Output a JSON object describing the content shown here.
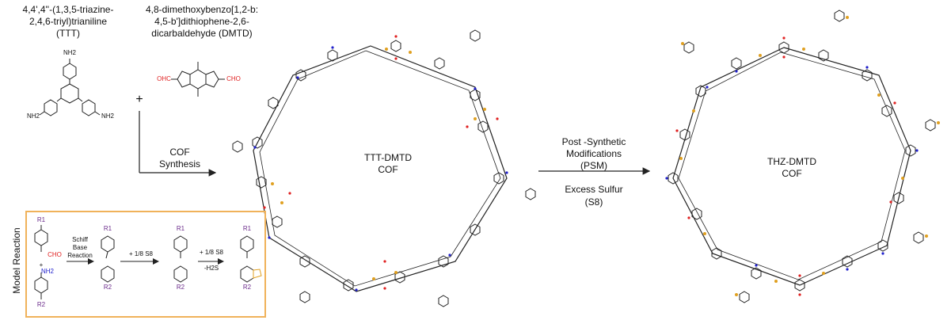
{
  "monomers": {
    "ttt": {
      "name_line1": "4,4',4''-(1,3,5-triazine-",
      "name_line2": "2,4,6-triyl)trianiline",
      "abbr": "(TTT)",
      "amine": "NH2"
    },
    "dmtd": {
      "name_line1": "4,8-dimethoxybenzo[1,2-b:",
      "name_line2": "4,5-b']dithiophene-2,6-",
      "name_line3": "dicarbaldehyde (DMTD)",
      "aldehyde": "OHC",
      "aldehyde_r": "CHO"
    },
    "plus": "+"
  },
  "steps": {
    "cof_synthesis_line1": "COF",
    "cof_synthesis_line2": "Synthesis",
    "psm_line1": "Post -Synthetic",
    "psm_line2": "Modifications",
    "psm_line3": "(PSM)",
    "sulfur_line1": "Excess Sulfur",
    "sulfur_line2": "(S8)"
  },
  "products": {
    "cof1_line1": "TTT-DMTD",
    "cof1_line2": "COF",
    "cof2_line1": "THZ-DMTD",
    "cof2_line2": "COF"
  },
  "model_reaction": {
    "title": "Model Reaction",
    "r1": "R1",
    "r2": "R2",
    "cho": "CHO",
    "nh2": "NH2",
    "plus": "+",
    "schiff_line1": "Schiff",
    "schiff_line2": "Base",
    "schiff_line3": "Reaction",
    "s8_step": "+ 1/8 S8",
    "h2s_step": "-H2S"
  },
  "colors": {
    "sulfur": "#e0a020",
    "oxygen": "#e02020",
    "nitrogen": "#2020cc",
    "bond": "#222222",
    "box": "#f0b25a"
  }
}
